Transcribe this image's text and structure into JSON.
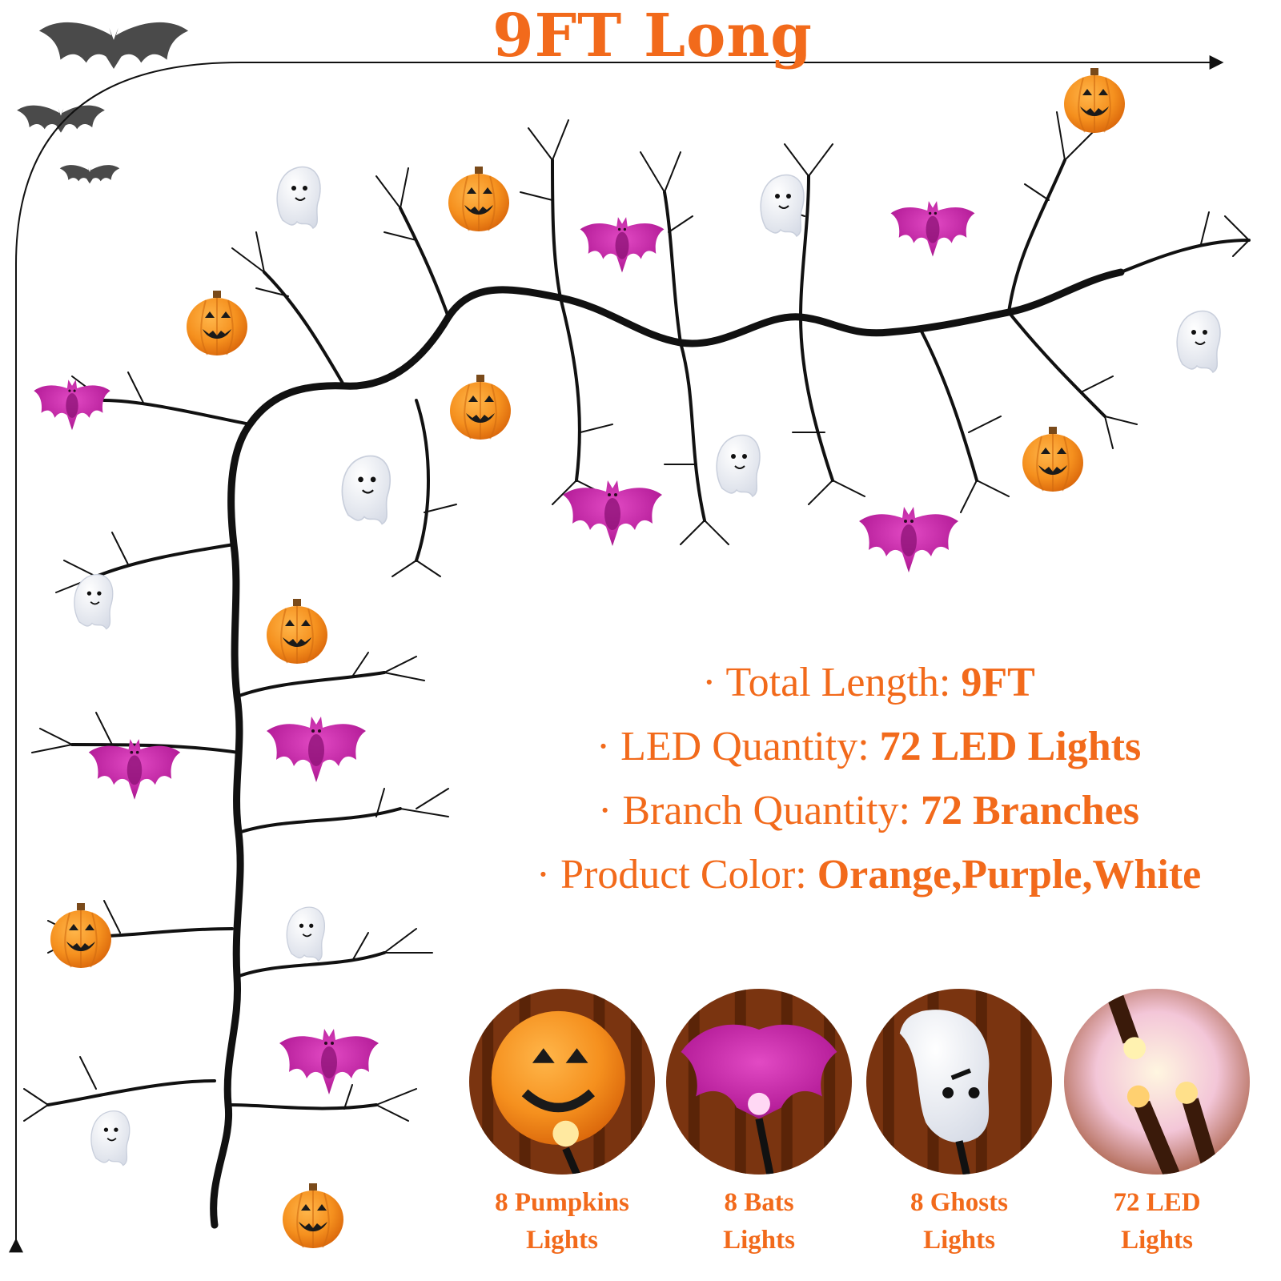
{
  "title": "9FT Long",
  "specs": [
    {
      "label": "Total Length: ",
      "value": "9FT"
    },
    {
      "label": "LED Quantity: ",
      "value": "72 LED Lights"
    },
    {
      "label": "Branch Quantity: ",
      "value": "72 Branches"
    },
    {
      "label": "Product Color: ",
      "value": "Orange,Purple,White"
    }
  ],
  "bullet": "·",
  "badges": [
    {
      "line1": "8 Pumpkins",
      "line2": "Lights",
      "icon": "pumpkin-light-icon"
    },
    {
      "line1": "8 Bats",
      "line2": "Lights",
      "icon": "bat-light-icon"
    },
    {
      "line1": "8 Ghosts",
      "line2": "Lights",
      "icon": "ghost-light-icon"
    },
    {
      "line1": "72 LED",
      "line2": "Lights",
      "icon": "led-bulb-icon"
    }
  ],
  "colors": {
    "accent": "#f26a1b",
    "pumpkin": "#f5901e",
    "bat": "#b8209c",
    "ghost": "#f2f4f8",
    "branch": "#111111",
    "bat_silhouette": "#4a4a4a"
  }
}
